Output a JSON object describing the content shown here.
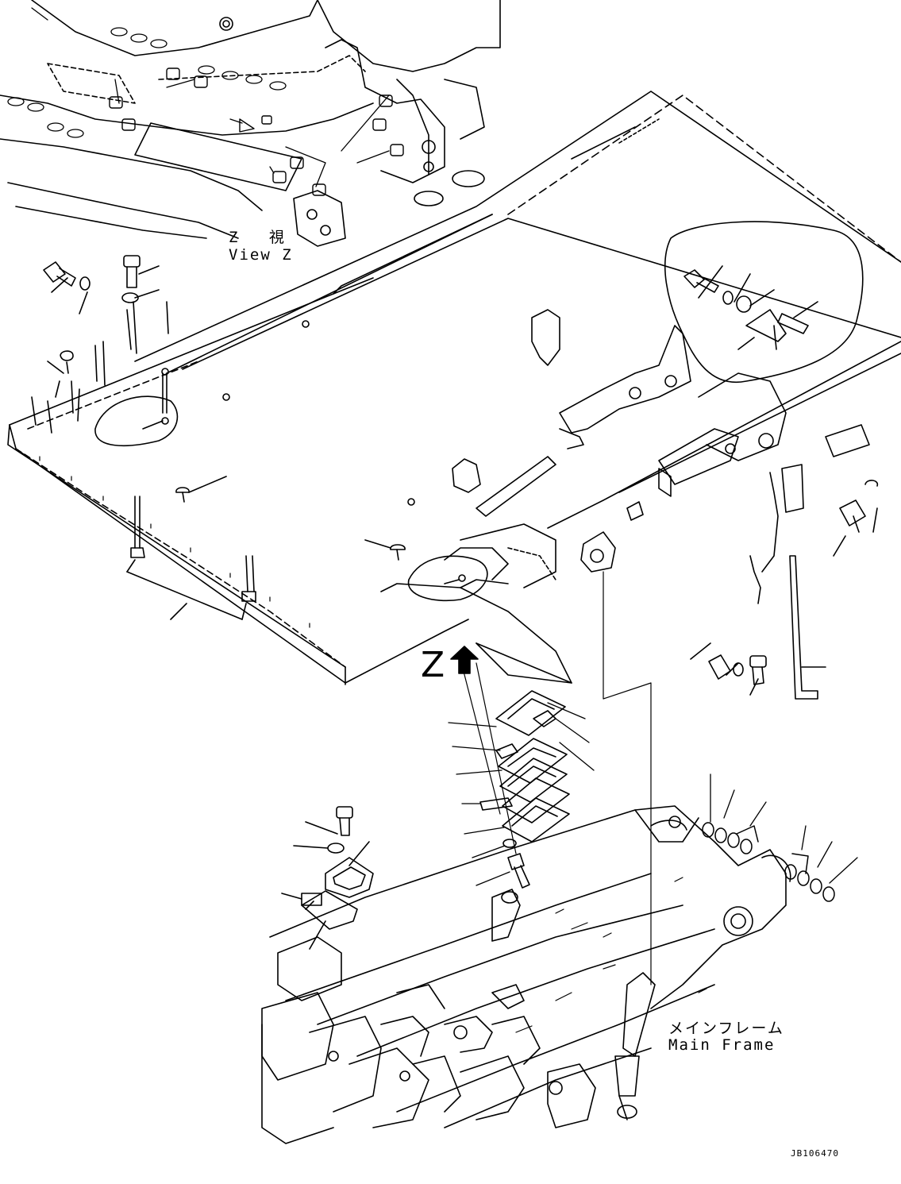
{
  "labels": {
    "view_z_jp": "Z 視",
    "view_z_en": "View Z",
    "z_marker": "Z",
    "main_frame_jp": "メインフレーム",
    "main_frame_en": "Main Frame",
    "drawing_code": "JB106470"
  }
}
